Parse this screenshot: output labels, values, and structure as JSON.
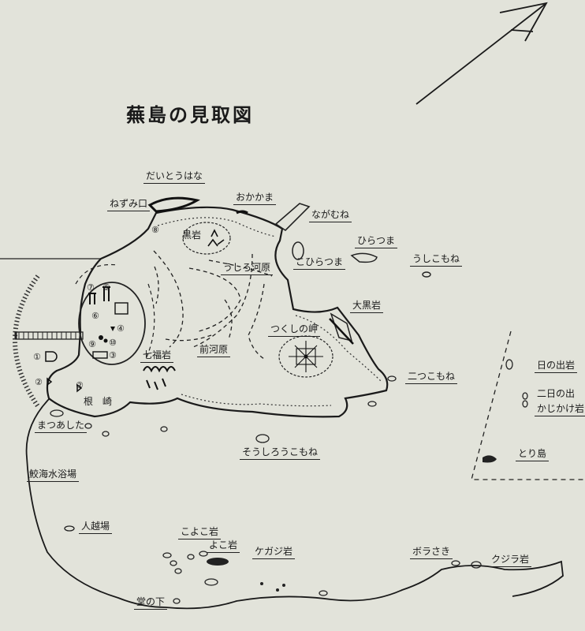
{
  "map": {
    "title": "蕪島の見取図",
    "labels": {
      "daitouhana": "だいとうはな",
      "nezumiguchi": "ねずみ口",
      "okakama": "おかかま",
      "nagamune": "ながむね",
      "kuroiwa": "黒岩",
      "hiratsuma": "ひらつま",
      "kohiratsuma": "こひらつま",
      "ushikomone": "うしこもね",
      "ushirokawara": "うしろ河原",
      "ookuroiwa": "大黒岩",
      "tsukushinomisaki": "つくしの岬",
      "maekawara": "前河原",
      "shichifukuiwa": "七福岩",
      "futatsukomone": "二つこもね",
      "hinode": "日の出岩",
      "futahinode": "二日の出",
      "kajikake": "かじかけ岩",
      "torishima": "とり島",
      "nezaki": "根　崎",
      "matsuashita": "まつあした",
      "soushiroukomone": "そうしろうこもね",
      "samekaisuiyokujo": "鮫海水浴場",
      "hitokoshiba": "人越場",
      "koyokoiwa": "こよこ岩",
      "yokoiwa": "よこ岩",
      "kegajiiwa": "ケガジ岩",
      "borasaki": "ボラさき",
      "kujiraiwa": "クジラ岩",
      "dounoshita": "堂の下"
    },
    "markers": {
      "m1": "①",
      "m2": "②",
      "m3": "③",
      "m4": "④",
      "m5": "⑤",
      "m6": "⑥",
      "m7": "⑦",
      "m8": "⑧",
      "m9": "⑨",
      "m10": "⑩"
    },
    "icons": [
      "compass-arrow-icon",
      "shrine-icon",
      "torii-icon",
      "lighthouse-icon",
      "summit-cross-icon"
    ]
  }
}
